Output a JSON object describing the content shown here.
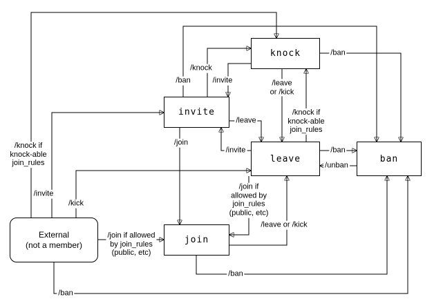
{
  "diagram": {
    "colors": {
      "stroke": "#000000",
      "background": "#ffffff"
    },
    "states": {
      "external": {
        "lines": [
          "External",
          "(not a member)"
        ]
      },
      "invite": {
        "label": "invite"
      },
      "knock": {
        "label": "knock"
      },
      "leave": {
        "label": "leave"
      },
      "join": {
        "label": "join"
      },
      "ban": {
        "label": "ban"
      }
    },
    "transitions": {
      "external_to_knock": {
        "lines": [
          "/knock if",
          "knock-able",
          "join_rules"
        ]
      },
      "external_to_invite": {
        "lines": [
          "/invite"
        ]
      },
      "external_to_leave_kick": {
        "lines": [
          "/kick"
        ]
      },
      "external_to_join": {
        "lines": [
          "/join if allowed",
          "by join_rules",
          "(public, etc)"
        ]
      },
      "external_to_ban": {
        "lines": [
          "/ban"
        ]
      },
      "invite_to_knock": {
        "lines": [
          "/knock"
        ]
      },
      "knock_to_invite": {
        "lines": [
          "/invite"
        ]
      },
      "invite_to_ban": {
        "lines": [
          "/ban"
        ]
      },
      "invite_to_leave": {
        "lines": [
          "/leave"
        ]
      },
      "leave_to_invite": {
        "lines": [
          "/invite"
        ]
      },
      "invite_to_join": {
        "lines": [
          "/join"
        ]
      },
      "knock_to_leave": {
        "lines": [
          "/leave",
          "or /kick"
        ]
      },
      "leave_to_knock": {
        "lines": [
          "/knock if",
          "knock-able",
          "join_rules"
        ]
      },
      "knock_to_ban": {
        "lines": [
          "/ban"
        ]
      },
      "leave_to_ban": {
        "lines": [
          "/ban"
        ]
      },
      "ban_to_leave": {
        "lines": [
          "/unban"
        ]
      },
      "leave_to_join": {
        "lines": [
          "/join if",
          "allowed by",
          "join_rules",
          "(public, etc)"
        ]
      },
      "join_to_leave": {
        "lines": [
          "/leave or /kick"
        ]
      },
      "join_to_ban": {
        "lines": [
          "/ban"
        ]
      }
    }
  }
}
